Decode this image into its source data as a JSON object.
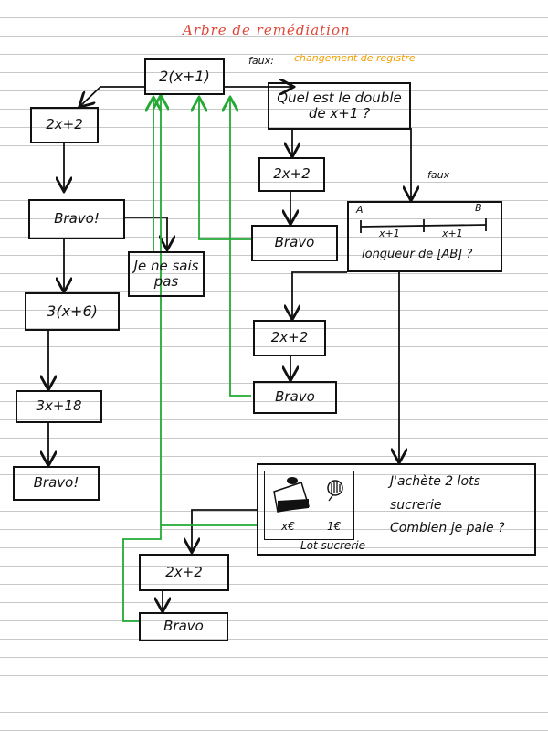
{
  "title": "Arbre de remédiation",
  "notes": {
    "faux_top": "faux:",
    "changement": "changement de registre",
    "faux_right": "faux"
  },
  "nodes": {
    "root": "2(x+1)",
    "question": "Quel est le double\nde x+1 ?",
    "left_2x2": "2x+2",
    "left_bravo": "Bravo!",
    "jenesais": "Je ne sais\npas",
    "left_3x6": "3(x+6)",
    "left_3x18": "3x+18",
    "left_bravo2": "Bravo!",
    "mid_2x2": "2x+2",
    "mid_bravo": "Bravo",
    "seg_a": "A",
    "seg_b": "B",
    "seg_x1": "x+1",
    "seg_x2": "x+1",
    "segment_question": "longueur de [AB] ?",
    "mid_2x2_b": "2x+2",
    "mid_bravo_b": "Bravo",
    "lot_text_1": "J'achète 2 lots",
    "lot_text_2": "sucrerie",
    "lot_text_3": "Combien je paie ?",
    "price_cake": "x€",
    "price_candy": "1€",
    "lot_caption": "Lot sucrerie",
    "bottom_2x2": "2x+2",
    "bottom_bravo": "Bravo"
  },
  "colors": {
    "ink": "#111111",
    "green": "#22aa33",
    "title": "#e0473a",
    "orange": "#f0a000"
  }
}
